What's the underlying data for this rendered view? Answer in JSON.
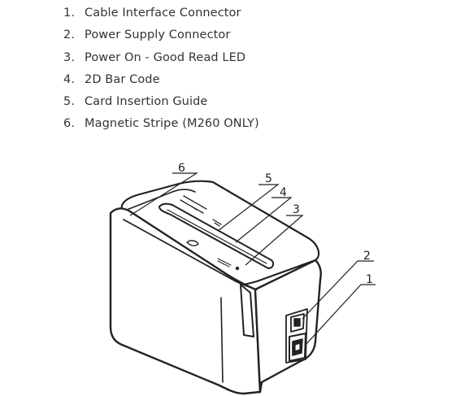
{
  "legend": [
    {
      "num": "1.",
      "label": "Cable Interface Connector"
    },
    {
      "num": "2.",
      "label": "Power Supply Connector"
    },
    {
      "num": "3.",
      "label": "Power On - Good Read LED"
    },
    {
      "num": "4.",
      "label": "2D Bar Code"
    },
    {
      "num": "5.",
      "label": "Card Insertion Guide"
    },
    {
      "num": "6.",
      "label": "Magnetic Stripe (M260 ONLY)"
    }
  ],
  "callouts": {
    "c1": "1",
    "c2": "2",
    "c3": "3",
    "c4": "4",
    "c5": "5",
    "c6": "6"
  },
  "device": {
    "brand_mark": "logo-mark",
    "label_text": "icon-mark"
  }
}
